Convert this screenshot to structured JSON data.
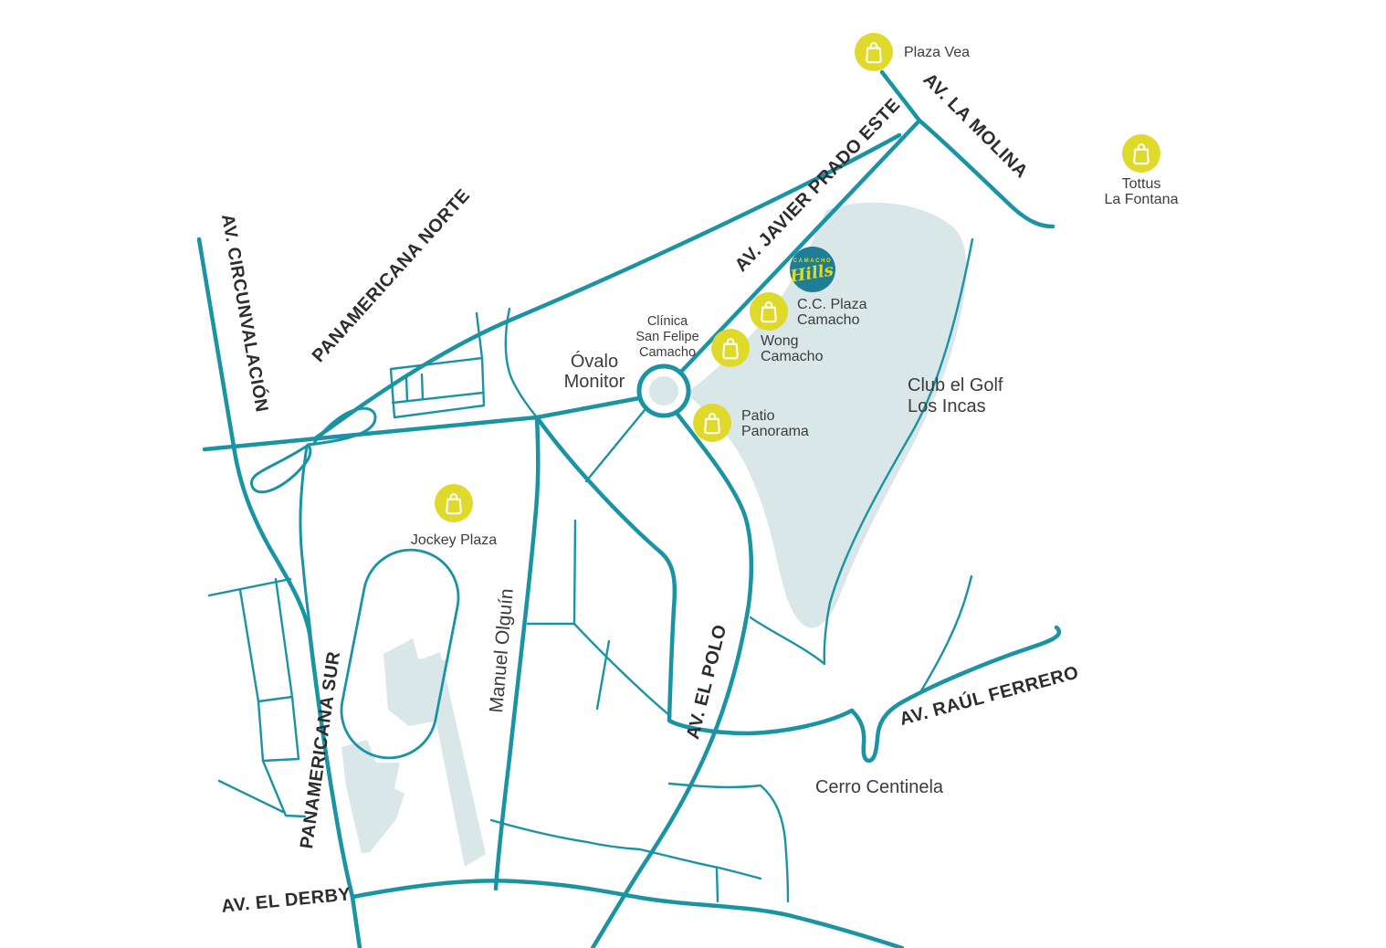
{
  "map": {
    "colors": {
      "road": "#1A93A3",
      "area": "#D9E7E9",
      "yellow": "#DFD92B",
      "hills": "#1E7E95",
      "ink": "#2D2D2D",
      "ink2": "#3C3C3C",
      "bg": "#FFFFFF"
    },
    "road_labels": [
      {
        "id": "av-circunvalacion",
        "label": "AV. CIRCUNVALACIÓN"
      },
      {
        "id": "panamericana-norte",
        "label": "PANAMERICANA NORTE"
      },
      {
        "id": "av-javier-prado-este",
        "label": "AV. JAVIER PRADO ESTE"
      },
      {
        "id": "av-la-molina",
        "label": "AV. LA MOLINA"
      },
      {
        "id": "panamericana-sur",
        "label": "PANAMERICANA SUR"
      },
      {
        "id": "manuel-olguin",
        "label": "Manuel Olguín"
      },
      {
        "id": "av-el-polo",
        "label": "AV. EL POLO"
      },
      {
        "id": "av-raul-ferrero",
        "label": "AV. RAÚL FERRERO"
      },
      {
        "id": "av-el-derby",
        "label": "AV. EL DERBY"
      }
    ],
    "place_labels": [
      {
        "id": "ovalo-monitor",
        "lines": [
          "Óvalo",
          "Monitor"
        ]
      },
      {
        "id": "clinica-san-felipe",
        "lines": [
          "Clínica",
          "San Felipe",
          "Camacho"
        ]
      },
      {
        "id": "club-el-golf",
        "lines": [
          "Club el Golf",
          "Los Incas"
        ]
      },
      {
        "id": "cerro-centinela",
        "lines": [
          "Cerro Centinela"
        ]
      }
    ],
    "markers": [
      {
        "id": "plaza-vea",
        "lines": [
          "Plaza Vea"
        ]
      },
      {
        "id": "tottus-la-fontana",
        "lines": [
          "Tottus",
          "La Fontana"
        ]
      },
      {
        "id": "cc-plaza-camacho",
        "lines": [
          "C.C. Plaza",
          "Camacho"
        ]
      },
      {
        "id": "wong-camacho",
        "lines": [
          "Wong",
          "Camacho"
        ]
      },
      {
        "id": "patio-panorama",
        "lines": [
          "Patio",
          "Panorama"
        ]
      },
      {
        "id": "jockey-plaza",
        "lines": [
          "Jockey Plaza"
        ]
      }
    ],
    "brand": {
      "top": "CAMACHO",
      "name": "Hills"
    }
  }
}
